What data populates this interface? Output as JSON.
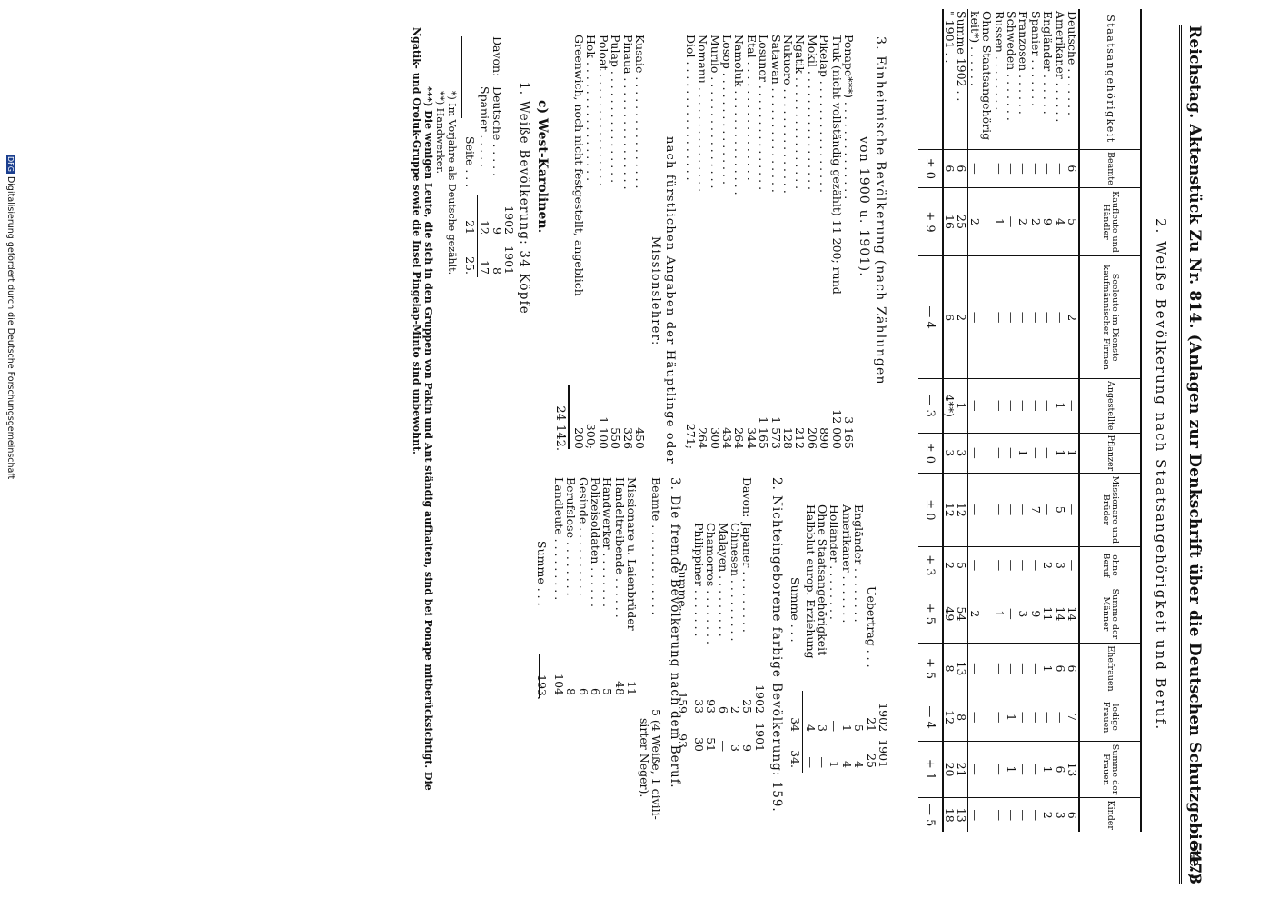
{
  "header": {
    "left": "Reichstag. Aktenstück Zu Nr. 814. (Anlagen zur Denkschrift über die Deutschen Schutzgebiete.)",
    "page": "5473"
  },
  "section2_title": "2. Weiße Bevölkerung nach Staatsangehörigkeit und Beruf.",
  "table": {
    "headers": [
      "Staatsangehörigkeit",
      "Beamte",
      "Kaufleute und Händler",
      "Seeleute im Dienste kaufmännischer Firmen",
      "Angestellte",
      "Pflanzer",
      "Missionare und Brüder",
      "ohne Beruf",
      "Summe der Männer",
      "Ehefrauen",
      "ledige Frauen",
      "Summe der Frauen",
      "Kinder"
    ],
    "rows": [
      {
        "label": "Deutsche . . . . . . .",
        "cells": [
          "6",
          "5",
          "2",
          "—",
          "1",
          "—",
          "—",
          "14",
          "6",
          "7",
          "13",
          "6"
        ]
      },
      {
        "label": "Amerikaner . . . . . .",
        "cells": [
          "—",
          "4",
          "—",
          "1",
          "1",
          "5",
          "3",
          "14",
          "6",
          "—",
          "6",
          "3"
        ]
      },
      {
        "label": "Engländer . . . . . .",
        "cells": [
          "—",
          "9",
          "—",
          "—",
          "—",
          "—",
          "2",
          "11",
          "1",
          "—",
          "1",
          "2"
        ]
      },
      {
        "label": "Spanier . . . . . . .",
        "cells": [
          "—",
          "2",
          "—",
          "—",
          "—",
          "7",
          "—",
          "9",
          "—",
          "—",
          "—",
          "—"
        ]
      },
      {
        "label": "Franzosen . . . . . .",
        "cells": [
          "—",
          "2",
          "—",
          "—",
          "1",
          "—",
          "—",
          "3",
          "—",
          "—",
          "—",
          "—"
        ]
      },
      {
        "label": "Schweden . . . . . . .",
        "cells": [
          "—",
          "—",
          "—",
          "—",
          "—",
          "—",
          "—",
          "—",
          "—",
          "1",
          "1",
          "—"
        ]
      },
      {
        "label": "Russen . . . . . . . .",
        "cells": [
          "—",
          "1",
          "—",
          "—",
          "—",
          "—",
          "—",
          "1",
          "—",
          "—",
          "—",
          "—"
        ]
      },
      {
        "label": "Ohne Staatsangehörig-",
        "cells": [
          "",
          "",
          "",
          "",
          "",
          "",
          "",
          "",
          "",
          "",
          "",
          ""
        ]
      },
      {
        "label": "   keit*) . . . . . .",
        "cells": [
          "—",
          "2",
          "—",
          "—",
          "—",
          "—",
          "—",
          "2",
          "—",
          "—",
          "—",
          "—"
        ]
      }
    ],
    "sum1902": {
      "label": "Summe 1902 . .",
      "cells": [
        "6",
        "25",
        "2",
        "1",
        "3",
        "12",
        "5",
        "54",
        "13",
        "8",
        "21",
        "13"
      ]
    },
    "sum1901": {
      "label": "\"    1901 . .",
      "cells": [
        "6",
        "16",
        "6",
        "4**)",
        "3",
        "12",
        "2",
        "49",
        "8",
        "12",
        "20",
        "18"
      ]
    },
    "diff": [
      "± 0",
      "+ 9",
      "— 4",
      "— 3",
      "± 0",
      "± 0",
      "+ 3",
      "+ 5",
      "+ 5",
      "— 4",
      "+ 1",
      "— 5"
    ]
  },
  "s3": {
    "title1": "3. Einheimische Bevölkerung (nach Zählungen",
    "title2": "von 1900 u. 1901).",
    "rows": [
      {
        "label": "Ponape***) . . . . . . . . . . . . . .",
        "value": "3 165"
      },
      {
        "label": "Truk (nicht vollständig gezählt) 11 200; rund",
        "value": "12 000"
      },
      {
        "label": "Pikelap . . . . . . . . . . . . . . . .",
        "value": "890"
      },
      {
        "label": "Mokil . . . . . . . . . . . . . . . . .",
        "value": "206"
      },
      {
        "label": "Ngatik . . . . . . . . . . . . . . . .",
        "value": "212"
      },
      {
        "label": "Nukuoro . . . . . . . . . . . . . . .",
        "value": "128"
      },
      {
        "label": "Satawan . . . . . . . . . . . . . . .",
        "value": "1 573"
      },
      {
        "label": "Losunor . . . . . . . . . . . . . . .",
        "value": "1 165"
      },
      {
        "label": "Etal . . . . . . . . . . . . . . . . .",
        "value": "344"
      },
      {
        "label": "Namoluk . . . . . . . . . . . . . . .",
        "value": "264"
      },
      {
        "label": "Losop . . . . . . . . . . . . . . . .",
        "value": "434"
      },
      {
        "label": "Murilo . . . . . . . . . . . . . . . .",
        "value": "300"
      },
      {
        "label": "Nomanu . . . . . . . . . . . . . . .",
        "value": "264"
      },
      {
        "label": "Diol . . . . . . . . . . . . . . . . .",
        "value": "271;"
      }
    ],
    "note1": "nach fürstlichen Angaben der Häuptlinge oder",
    "note2": "Missionslehrer:",
    "rows2": [
      {
        "label": "Kusaie . . . . . . . . . . . . . . . .",
        "value": "450"
      },
      {
        "label": "Pinaua . . . . . . . . . . . . . . . .",
        "value": "326"
      },
      {
        "label": "Pulap . . . . . . . . . . . . . . . .",
        "value": "550"
      },
      {
        "label": "Poloat . . . . . . . . . . . . . . . .",
        "value": "1 100"
      },
      {
        "label": "Hok . . . . . . . . . . . . . . . . .",
        "value": "300;"
      },
      {
        "label": "Greenwich, noch nicht festgestellt, angeblich",
        "value": "200"
      }
    ],
    "total": "24 142."
  },
  "s2r": {
    "y1": "1902",
    "y2": "1901",
    "uebertrag": {
      "label": "Uebertrag . . .",
      "a": "21",
      "b": "25"
    },
    "rows": [
      {
        "label": "Engländer . . . . . . . .",
        "a": "5",
        "b": "4"
      },
      {
        "label": "Amerikaner . . . . . . .",
        "a": "1",
        "b": "4"
      },
      {
        "label": "Holländer . . . . . . . .",
        "a": "—",
        "b": "1"
      },
      {
        "label": "Ohne Staatsangehörigkeit",
        "a": "3",
        "b": "—"
      },
      {
        "label": "Halbblut europ. Erziehung",
        "a": "4",
        "b": "—"
      }
    ],
    "summe": {
      "label": "Summe . . .",
      "a": "34",
      "b": "34."
    },
    "title": "2. Nichteingeborene farbige Bevölkerung: 159.",
    "cy1": "1902",
    "cy2": "1901",
    "davon": "Davon:",
    "crows": [
      {
        "label": "Japaner . . . . . . . . .",
        "a": "25",
        "b": "9"
      },
      {
        "label": "Chinesen . . . . . . . . .",
        "a": "2",
        "b": "3"
      },
      {
        "label": "Malayen . . . . . . . . .",
        "a": "6",
        "b": "—"
      },
      {
        "label": "Chamorros . . . . . . . .",
        "a": "93",
        "b": "51"
      },
      {
        "label": "Philippiner . . . . . . .",
        "a": "33",
        "b": "30"
      }
    ],
    "csumme": {
      "label": "Summe . . .",
      "a": "159",
      "b": "93."
    }
  },
  "s3r": {
    "title": "3. Die fremde Bevölkerung nach dem Beruf.",
    "beamte": {
      "label": "Beamte . . . . . . . . . . . . .",
      "value": "5 (4 Weiße, 1 civili-"
    },
    "beamte2": "sirter Neger).",
    "rows": [
      {
        "label": "Missionare u. Laienbrüder",
        "value": "11"
      },
      {
        "label": "Handeltreibende . . . . . .",
        "value": "48"
      },
      {
        "label": "Handwerker . . . . . . . .",
        "value": "5"
      },
      {
        "label": "Polizeisoldaten . . . . . .",
        "value": "6"
      },
      {
        "label": "Gesinde . . . . . . . . . .",
        "value": "6"
      },
      {
        "label": "Berufslose . . . . . . . .",
        "value": "8"
      },
      {
        "label": "Landleute . . . . . . . . .",
        "value": "104"
      }
    ],
    "summe": {
      "label": "Summe . . .",
      "value": "193."
    }
  },
  "s4": {
    "title": "c) West-Karolinen.",
    "sub": "1. Weiße Bevölkerung: 34 Köpfe",
    "y1": "1902",
    "y2": "1901",
    "davon": "Davon:",
    "rows": [
      {
        "label": "Deutsche . . . . .",
        "a": "9",
        "b": "8"
      },
      {
        "label": "Spanier . . . . .",
        "a": "12",
        "b": "17"
      }
    ],
    "seite": {
      "label": "Seite . . .",
      "a": "21",
      "b": "25."
    }
  },
  "footnotes": {
    "f1": "*) Im Vorjahre als Deutsche gezählt.",
    "f2": "**) Handwerker.",
    "f3": "***) Die wenigen Leute, die sich in den Gruppen von Pakin und Ant ständig aufhalten, sind bei Ponape mitberücksichtigt. Die",
    "f4": "Ngatik- und Oroluk-Gruppe sowie die Insel Pingelap-Minto sind unbewohnt."
  },
  "digitization": {
    "logo": "DFG",
    "text": "Digitalisierung gefördert durch die Deutsche Forschungsgemeinschaft"
  }
}
